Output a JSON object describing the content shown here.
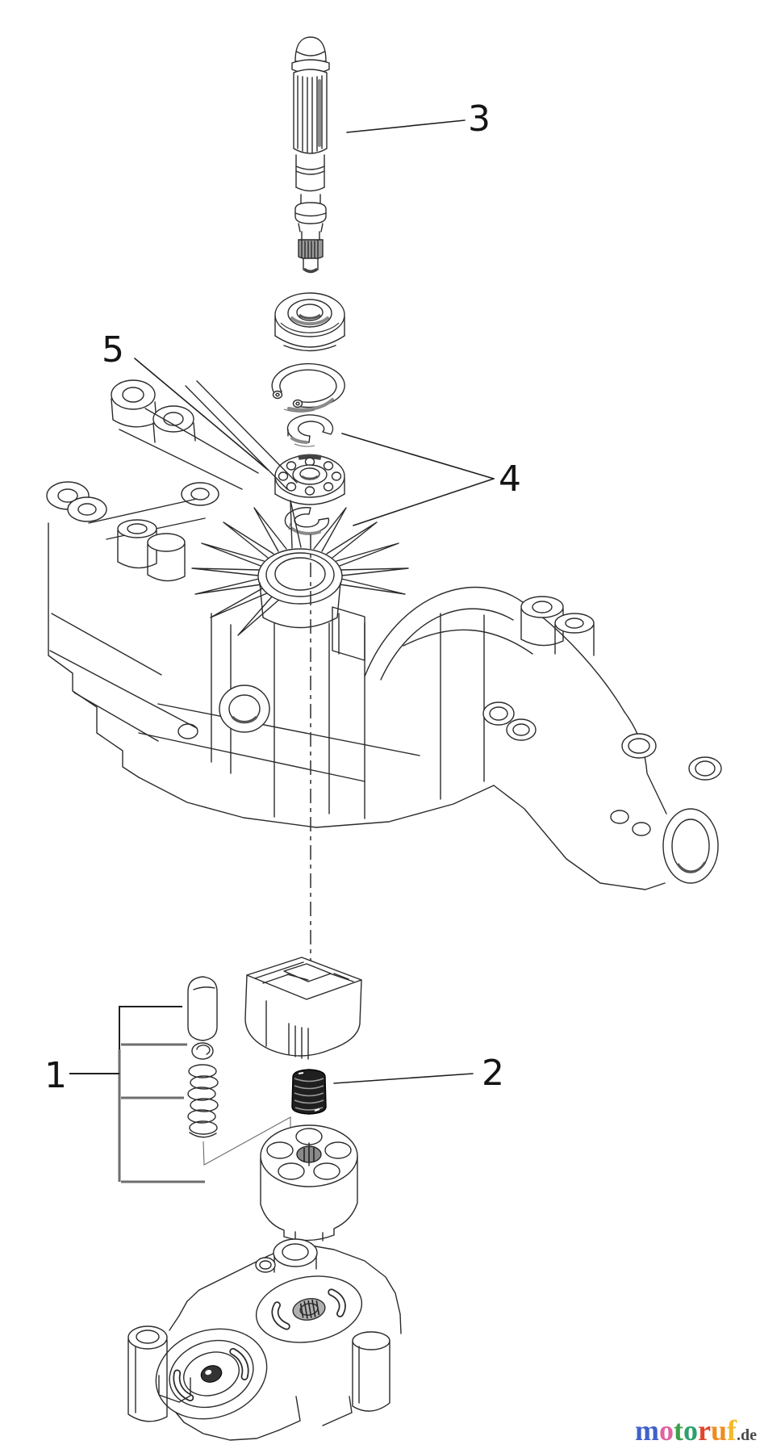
{
  "diagram": {
    "kind": "exploded-parts-diagram",
    "subject": "transaxle pump shaft assembly",
    "callouts": [
      {
        "number": "1",
        "part": "plunger-ball-spring group"
      },
      {
        "number": "2",
        "part": "spring insert"
      },
      {
        "number": "3",
        "part": "splined input shaft"
      },
      {
        "number": "4",
        "part": "split thrust washers"
      },
      {
        "number": "5",
        "part": "ball bearing"
      }
    ]
  },
  "watermark": {
    "letters": [
      {
        "char": "m",
        "color": "#4061c8"
      },
      {
        "char": "o",
        "color": "#e0629e"
      },
      {
        "char": "t",
        "color": "#3da04b"
      },
      {
        "char": "o",
        "color": "#2e9f6e"
      },
      {
        "char": "r",
        "color": "#e2442b"
      },
      {
        "char": "u",
        "color": "#ef8c1f"
      },
      {
        "char": "f",
        "color": "#f3b92a"
      }
    ],
    "suffix": ".de",
    "suffix_color": "#4a4a4a"
  },
  "colors": {
    "background": "#ffffff",
    "line": "#2b2b2b"
  }
}
